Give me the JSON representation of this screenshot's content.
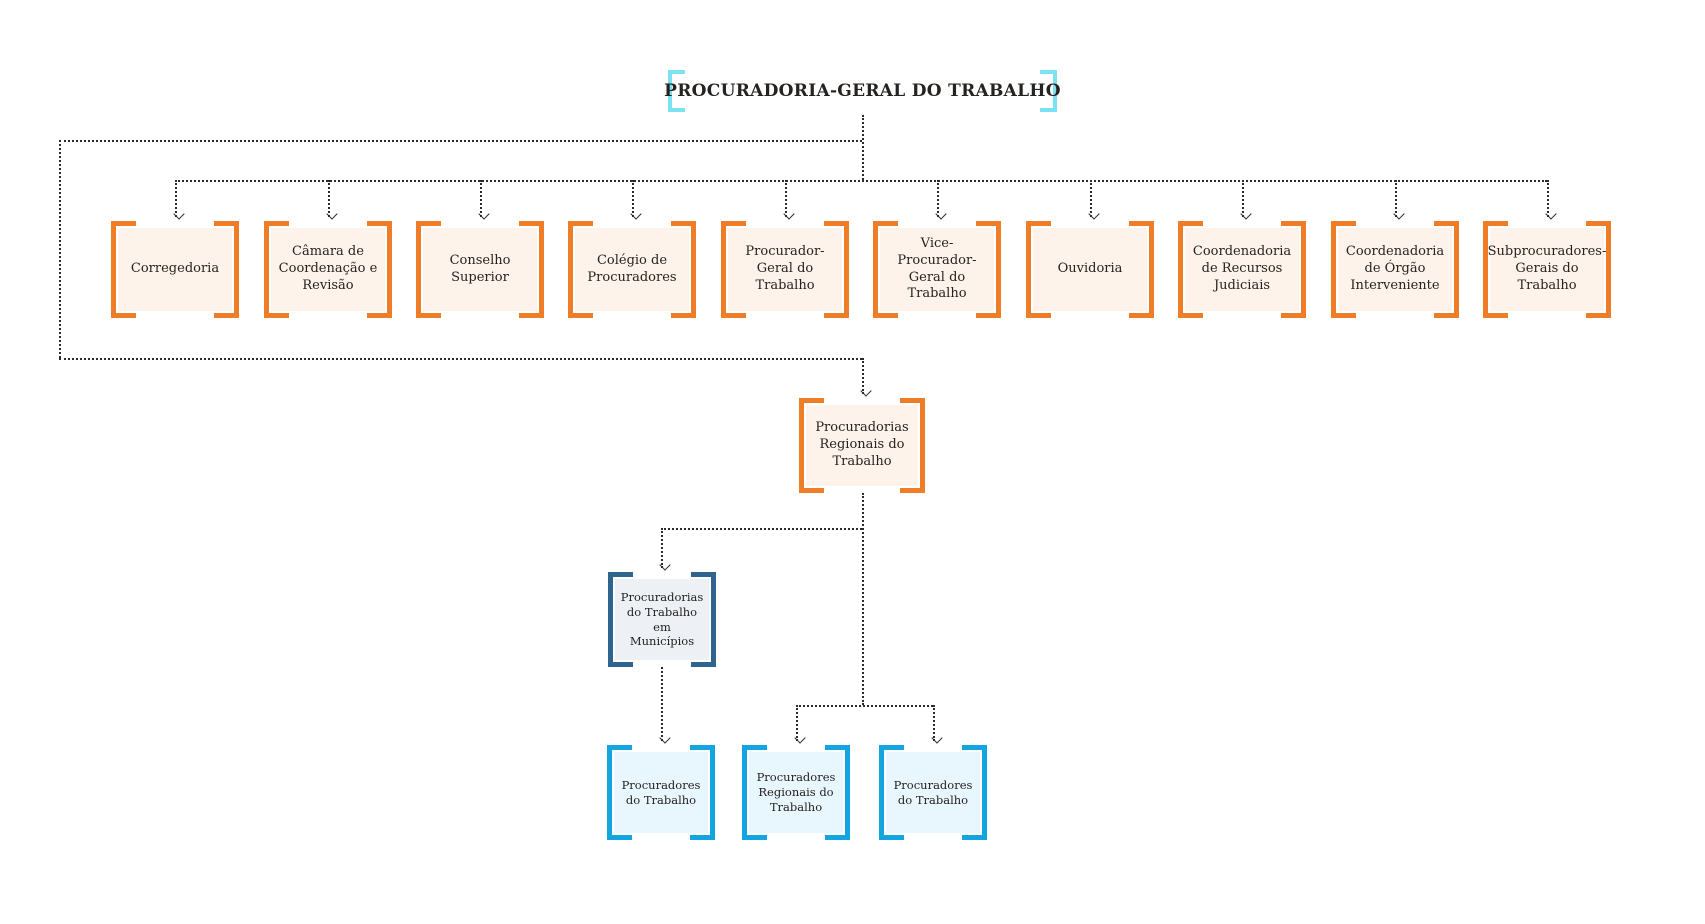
{
  "title": {
    "label": "PROCURADORIA-GERAL DO TRABALHO"
  },
  "top_row": [
    {
      "label": "Corregedoria"
    },
    {
      "label": "Câmara de Coordenação e Revisão"
    },
    {
      "label": "Conselho Superior"
    },
    {
      "label": "Colégio de Procuradores"
    },
    {
      "label": "Procurador-Geral do Trabalho"
    },
    {
      "label": "Vice-Procurador-Geral do Trabalho"
    },
    {
      "label": "Ouvidoria"
    },
    {
      "label": "Coordenadoria de Recursos Judiciais"
    },
    {
      "label": "Coordenadoria de Órgão Interveniente"
    },
    {
      "label": "Subprocuradores-Gerais do Trabalho"
    }
  ],
  "level2": {
    "label": "Procuradorias Regionais do Trabalho"
  },
  "level3": {
    "label": "Procuradorias do Trabalho em Municípios"
  },
  "level4": [
    {
      "label": "Procuradores do Trabalho"
    },
    {
      "label": "Procuradores Regionais do Trabalho"
    },
    {
      "label": "Procuradores do Trabalho"
    }
  ],
  "colors": {
    "orange": "#EF7D27",
    "orange_fill": "#FDF3EB",
    "cyan_title": "#7BE1F3",
    "steel_blue": "#2F648E",
    "steel_fill": "#EDF1F6",
    "bright_blue": "#12A5E2",
    "blue_fill": "#E8F6FD",
    "line": "#2B2B2B",
    "text": "#262220"
  }
}
